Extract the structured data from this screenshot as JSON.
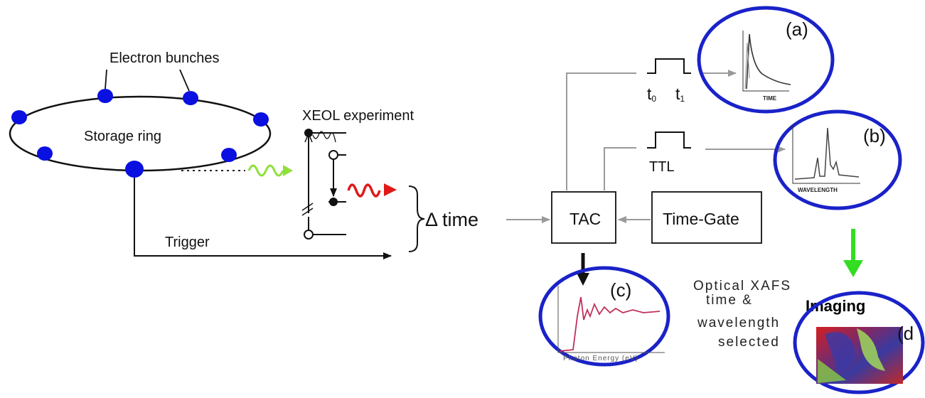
{
  "labels": {
    "electron_bunches": "Electron bunches",
    "storage_ring": "Storage ring",
    "trigger": "Trigger",
    "xeol_experiment": "XEOL experiment",
    "delta_time": "Δ time",
    "tac": "TAC",
    "time_gate": "Time-Gate",
    "t0": "t",
    "t0_sub": "0",
    "t1": "t",
    "t1_sub": "1",
    "ttl": "TTL",
    "panel_a": "(a)",
    "panel_b": "(b)",
    "panel_c": "(c)",
    "panel_d": "(d",
    "axis_time": "TIME",
    "axis_wavelength": "WAVELENGTH",
    "axis_photon_energy": "Photon Energy (eV)",
    "imaging": "Imaging",
    "optical_line1": "Optical XAFS",
    "optical_line2": "time &",
    "optical_line3": "wavelength",
    "optical_line4": "selected"
  },
  "colors": {
    "bunch": "#0a10e0",
    "circle": "#1a22c8",
    "green_wave": "#8fe03a",
    "red_wave": "#e01818",
    "green_arrow": "#33dd22",
    "grey_line": "#9a9a9a",
    "xafs_curve": "#c0305a"
  }
}
